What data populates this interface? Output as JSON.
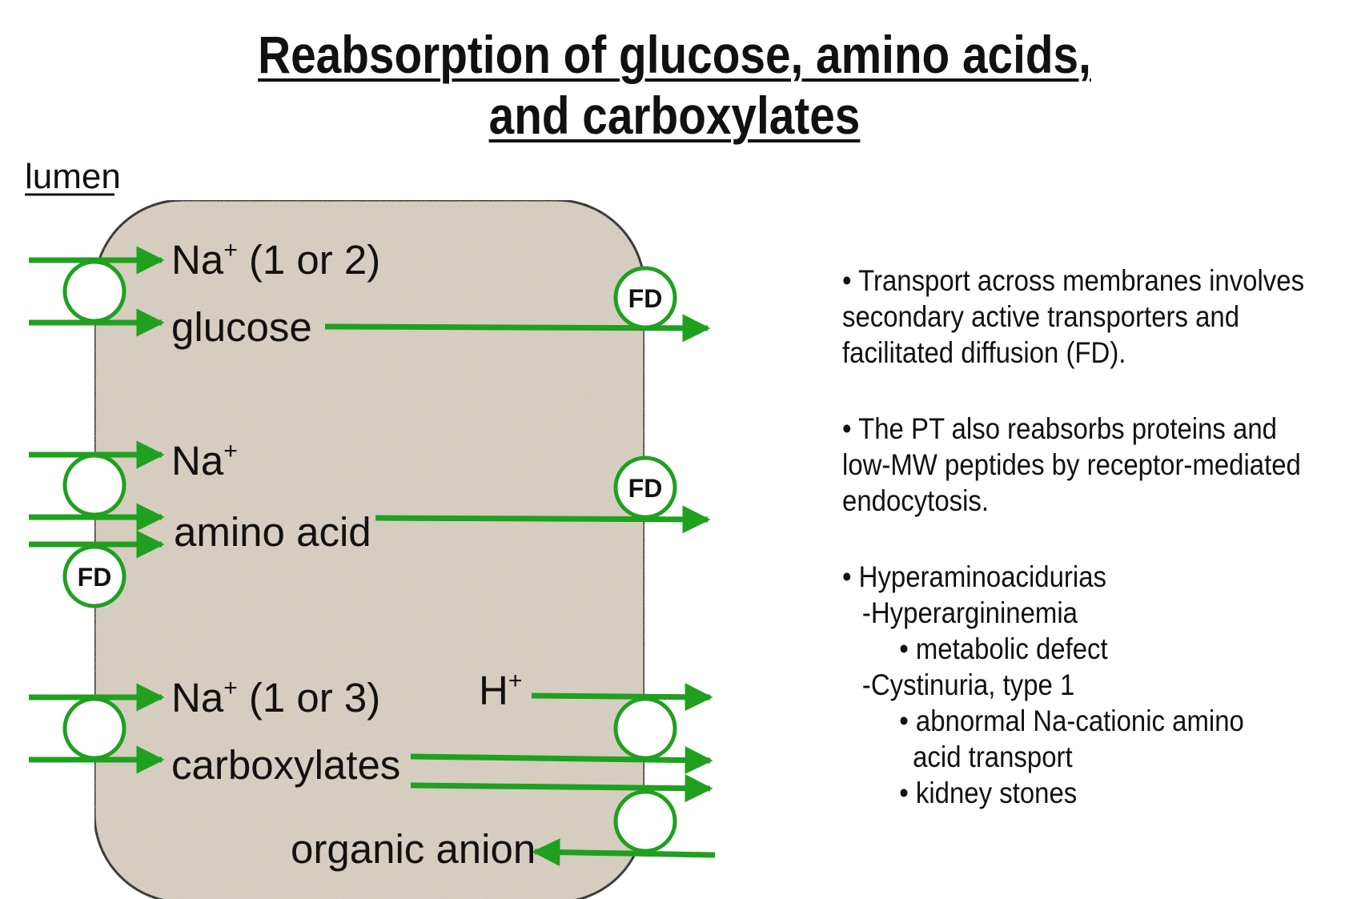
{
  "title": {
    "line1": "Reabsorption of glucose, amino acids,",
    "line2": "and carboxylates"
  },
  "diagram": {
    "lumen_label": "lumen",
    "na_label": "Na",
    "plus": "+",
    "na_glucose_suffix": " (1 or 2)",
    "glucose_label": "glucose",
    "amino_acid_label": "amino acid",
    "na_carboxylate_suffix": " (1 or 3)",
    "carboxylates_label": "carboxylates",
    "h_label": "H",
    "organic_anion_label": "organic anion",
    "fd_label": "FD",
    "colors": {
      "cell_fill": "#d8cfc0",
      "cell_stroke": "#1a1a1a",
      "arrow": "#1fa01f",
      "transporter_stroke": "#1fa01f",
      "transporter_fill": "#ffffff"
    }
  },
  "notes": {
    "b1_l1": "• Transport across membranes involves",
    "b1_l2": "secondary active transporters and",
    "b1_l3": "facilitated diffusion (FD).",
    "b2_l1": "• The PT also reabsorbs proteins and",
    "b2_l2": "low-MW peptides by receptor-mediated",
    "b2_l3": "endocytosis.",
    "b3_l1": "• Hyperaminoacidurias",
    "b3_l2": "-Hyperargininemia",
    "b3_l3": "• metabolic defect",
    "b3_l4": "-Cystinuria, type 1",
    "b3_l5": "• abnormal Na-cationic amino",
    "b3_l6": "acid transport",
    "b3_l7": "• kidney stones"
  }
}
